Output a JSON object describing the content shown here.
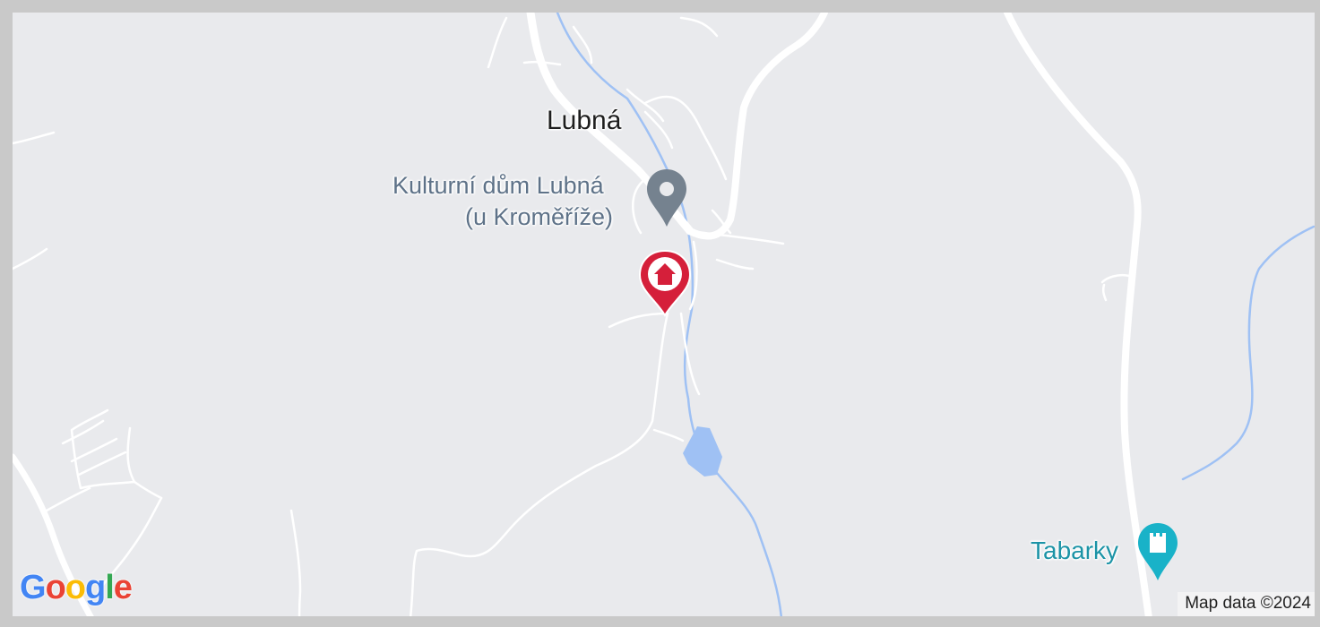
{
  "map": {
    "place_labels": {
      "village": "Lubná",
      "poi_kulturni_line1": "Kulturní dům Lubná",
      "poi_kulturni_line2": "(u Kroměříže)",
      "poi_tabarky": "Tabarky"
    },
    "markers": {
      "home": {
        "icon": "home-icon",
        "color": "#d51f3a"
      },
      "poi_kulturni": {
        "icon": "location-pin-icon",
        "color": "#75828f"
      },
      "poi_tabarky": {
        "icon": "castle-icon",
        "color": "#19b2c8"
      }
    },
    "attribution": "Map data ©2024",
    "logo": {
      "g1": "G",
      "o1": "o",
      "o2": "o",
      "g2": "g",
      "l": "l",
      "e": "e"
    },
    "colors": {
      "land": "#e9eaed",
      "road": "#ffffff",
      "water": "#9fc1f4",
      "border": "#c9c9c9"
    }
  }
}
